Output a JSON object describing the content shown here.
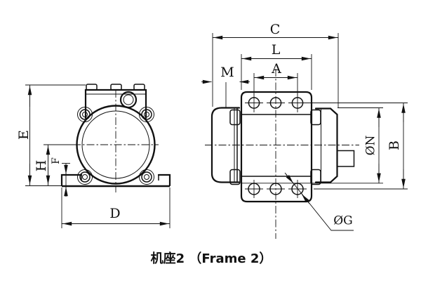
{
  "drawing": {
    "caption": "机座2 （Frame 2）",
    "front_view": {
      "overall_height": "E",
      "center_height": "H",
      "foot_height": "F",
      "base_width": "D"
    },
    "side_view": {
      "overall_length": "C",
      "flange_length": "L",
      "hole_spacing": "A",
      "side_cover_width": "M",
      "housing_diameter": "ØN",
      "hole_span_height": "B",
      "hole_diameter": "ØG"
    }
  }
}
